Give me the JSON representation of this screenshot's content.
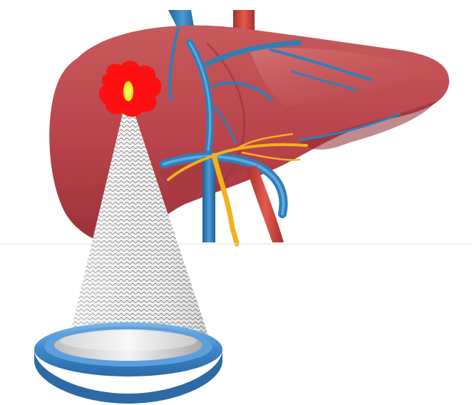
{
  "illustration": {
    "subject": "liver-with-tumor-and-focused-ultrasound-transducer",
    "colors": {
      "background": "#ffffff",
      "liver_main": "#b8434a",
      "liver_light": "#d46a6b",
      "liver_dark": "#8e2a33",
      "tumor": "#ff1010",
      "focal_point": "#f7f200",
      "vessel_blue": "#2f7fb8",
      "vessel_red": "#c8423a",
      "bile_yellow": "#f2b21c",
      "transducer_blue": "#4d93d3",
      "transducer_rim": "#3f7fc0",
      "cone_pattern": "#888888"
    },
    "icons": [
      "liver-organ",
      "tumor",
      "focal-point",
      "ultrasound-beam-cone",
      "ultrasound-transducer"
    ]
  }
}
